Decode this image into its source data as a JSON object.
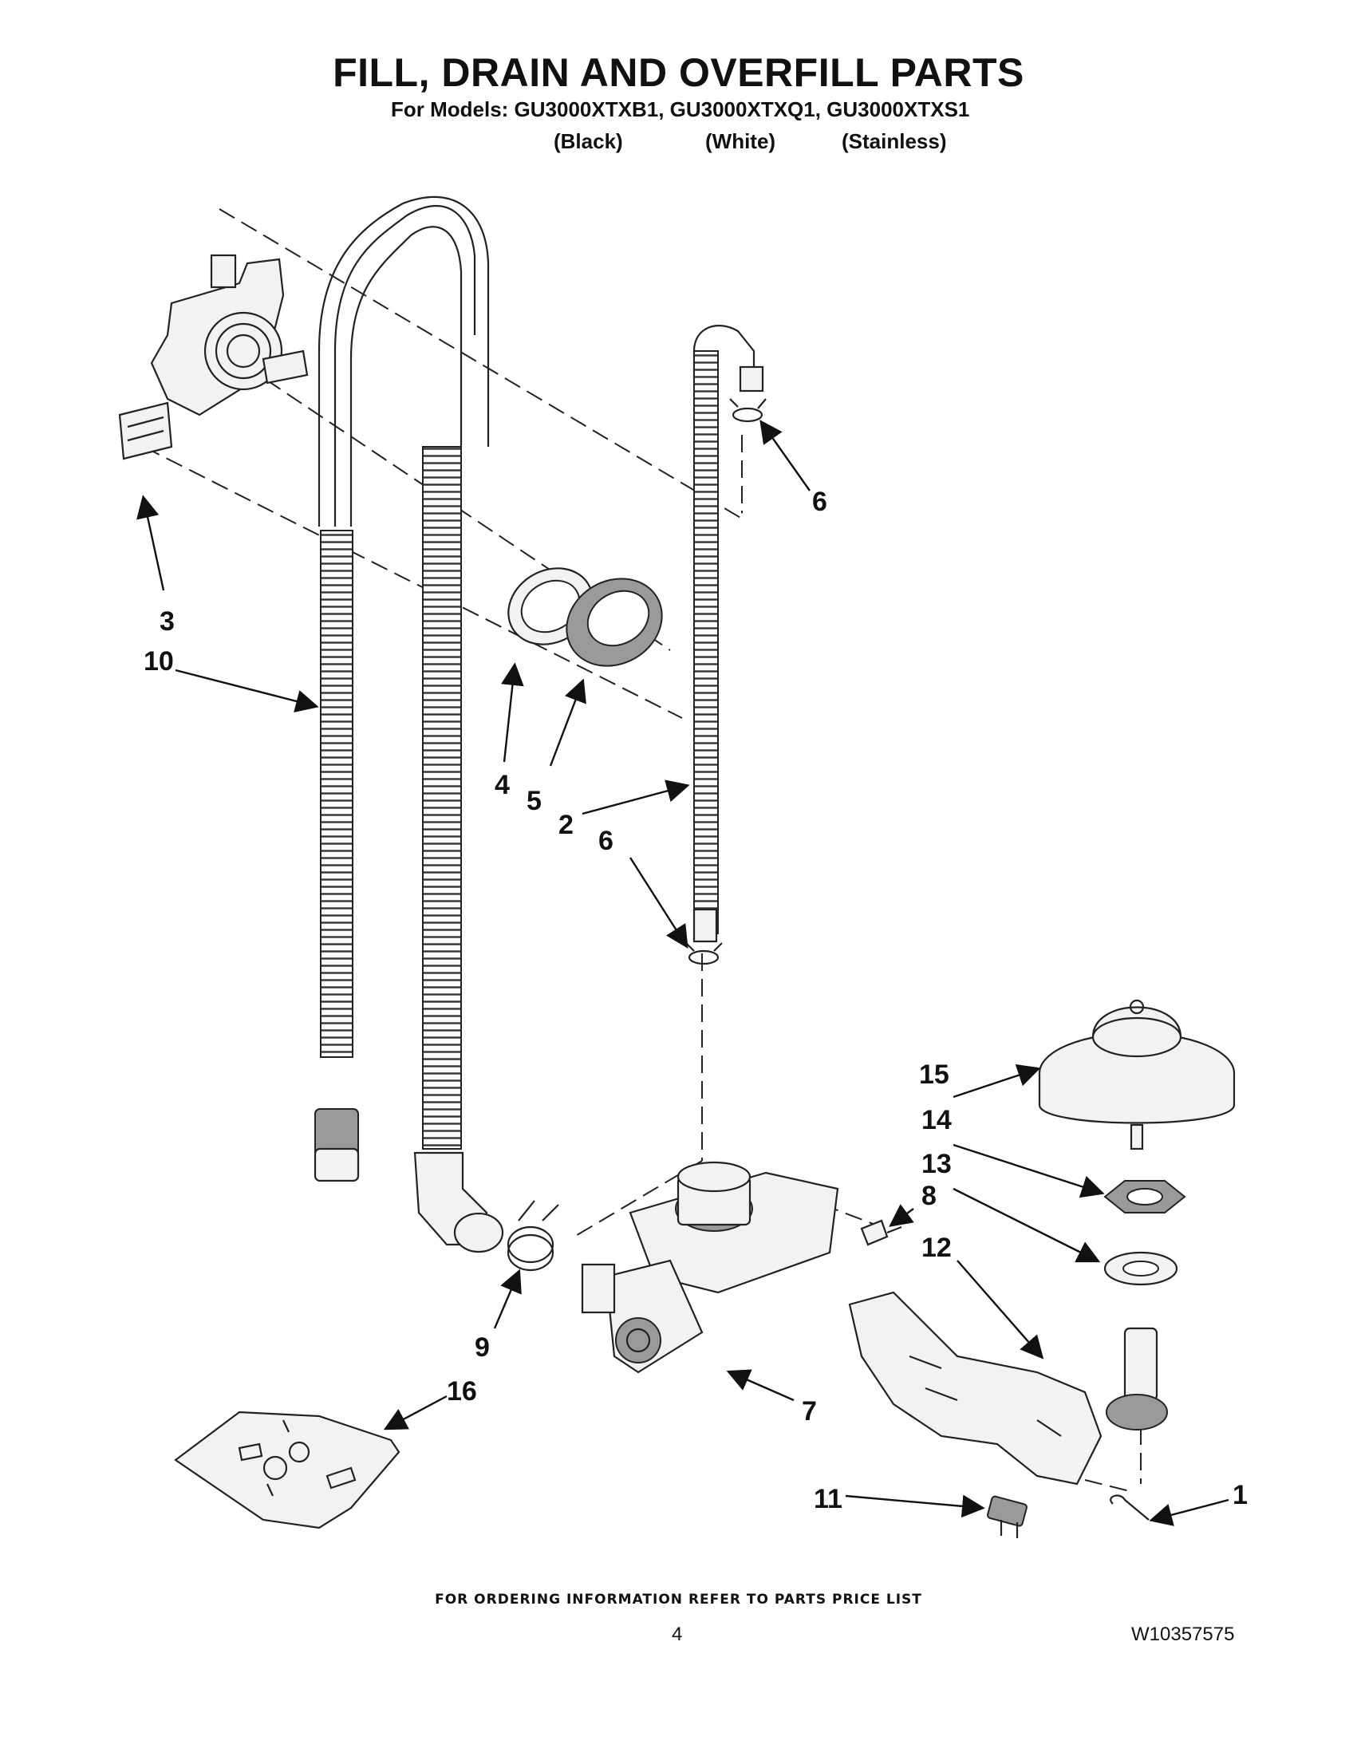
{
  "header": {
    "title": "FILL, DRAIN AND OVERFILL PARTS",
    "models_line": "For Models: GU3000XTXB1, GU3000XTXQ1, GU3000XTXS1",
    "colors": [
      "(Black)",
      "(White)",
      "(Stainless)"
    ]
  },
  "diagram": {
    "callouts": [
      "1",
      "2",
      "3",
      "4",
      "5",
      "6",
      "6",
      "7",
      "8",
      "9",
      "10",
      "11",
      "12",
      "13",
      "14",
      "15",
      "16"
    ]
  },
  "footer": {
    "ordering_note": "FOR ORDERING INFORMATION REFER TO PARTS PRICE LIST",
    "page_number": "4",
    "document_number": "W10357575"
  }
}
